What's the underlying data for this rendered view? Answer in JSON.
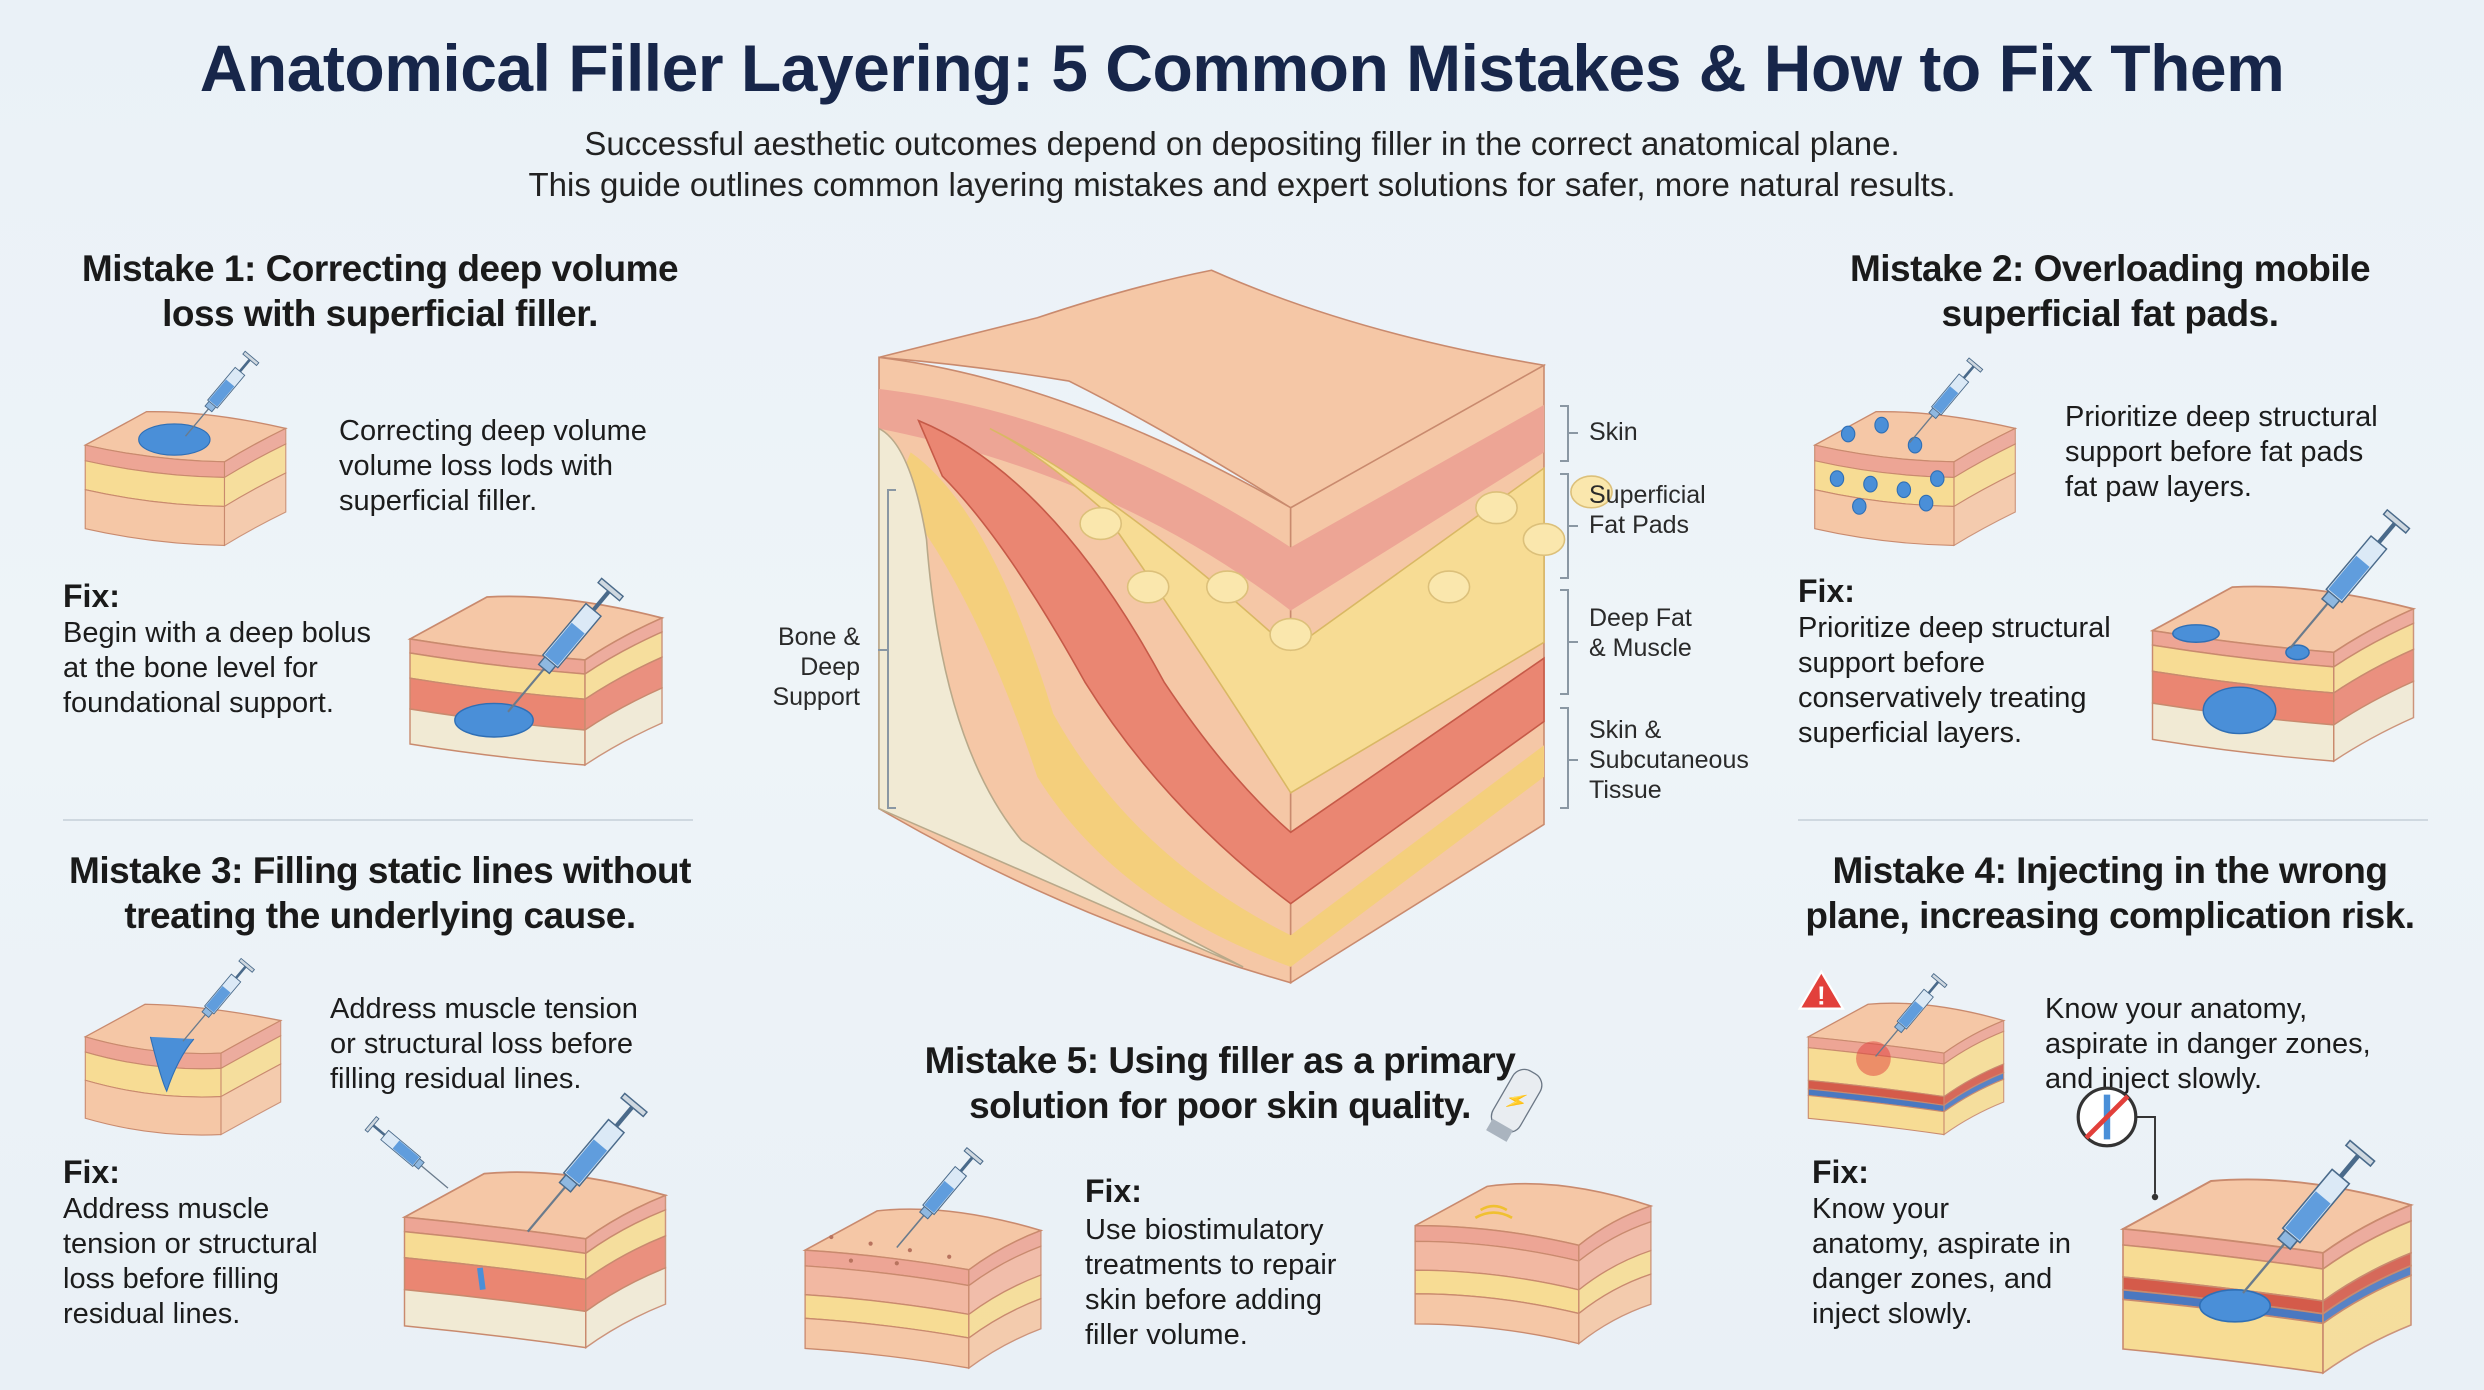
{
  "header": {
    "title": "Anatomical Filler Layering: 5 Common Mistakes & How to Fix Them",
    "subtitle_line1": "Successful aesthetic outcomes depend on depositing filler in the correct anatomical plane.",
    "subtitle_line2": "This guide outlines common layering mistakes and expert solutions for safer, more natural results."
  },
  "mistakes": [
    {
      "heading1": "Mistake 1: Correcting deep volume",
      "heading2": "loss with superficial filler.",
      "desc": [
        "Correcting deep volume",
        "volume loss lods with",
        "superficial filler."
      ],
      "fix_label": "Fix:",
      "fix": [
        "Begin with a deep bolus",
        "at the bone level for",
        "foundational support."
      ]
    },
    {
      "heading1": "Mistake 2: Overloading mobile",
      "heading2": "superficial fat pads.",
      "desc": [
        "Prioritize deep structural",
        "support before fat pads",
        "fat paw layers."
      ],
      "fix_label": "Fix:",
      "fix": [
        "Prioritize deep structural",
        "support before",
        "conservatively treating",
        "superficial layers."
      ]
    },
    {
      "heading1": "Mistake 3: Filling static lines without",
      "heading2": "treating the underlying cause.",
      "desc": [
        "Address muscle tension",
        "or structural loss before",
        "filling residual lines."
      ],
      "fix_label": "Fix:",
      "fix": [
        "Address muscle",
        "tension or structural",
        "loss before filling",
        "residual lines."
      ]
    },
    {
      "heading1": "Mistake 4: Injecting in the wrong",
      "heading2": "plane, increasing complication risk.",
      "desc": [
        "Know your anatomy,",
        "aspirate in danger zones,",
        "and inject slowly."
      ],
      "fix_label": "Fix:",
      "fix": [
        "Know your",
        "anatomy, aspirate in",
        "danger zones, and",
        "inject slowly."
      ]
    },
    {
      "heading1": "Mistake 5: Using filler as a primary",
      "heading2": "solution for poor skin quality.",
      "fix_label": "Fix:",
      "fix": [
        "Use biostimulatory",
        "treatments to repair",
        "skin before adding",
        "filler volume."
      ]
    }
  ],
  "center_diagram": {
    "labels_right": [
      {
        "lines": [
          "Skin"
        ]
      },
      {
        "lines": [
          "Superficial",
          "Fat Pads"
        ]
      },
      {
        "lines": [
          "Deep Fat",
          "& Muscle"
        ]
      },
      {
        "lines": [
          "Skin &",
          "Subcutaneous",
          "Tissue"
        ]
      }
    ],
    "label_left": [
      "Bone &",
      "Deep",
      "Support"
    ]
  },
  "colors": {
    "title": "#17264a",
    "skin": "#f5c7a6",
    "dermis": "#eda595",
    "fat": "#f7dc94",
    "muscle": "#ea8672",
    "bone": "#f1ead4",
    "filler": "#4a8fd8",
    "warning": "#e2403b"
  }
}
